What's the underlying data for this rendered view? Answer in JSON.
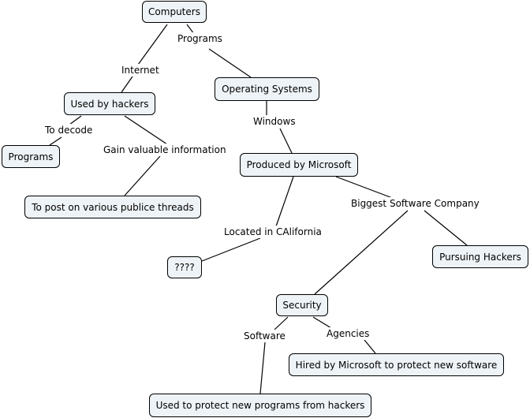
{
  "nodes": {
    "computers": "Computers",
    "operating_systems": "Operating Systems",
    "used_by_hackers": "Used by hackers",
    "programs": "Programs",
    "produced_by_microsoft": "Produced by Microsoft",
    "post_threads": "To post on various publice threads",
    "pursuing_hackers": "Pursuing Hackers",
    "unknown": "????",
    "security": "Security",
    "hired_by_microsoft": "Hired by Microsoft to protect new software",
    "protect_programs": "Used to protect new programs from hackers"
  },
  "links": {
    "programs": "Programs",
    "internet": "Internet",
    "windows": "Windows",
    "to_decode": "To decode",
    "gain_information": "Gain valuable information",
    "biggest_company": "Biggest Software Company",
    "located_in": "Located in CAlifornia",
    "software": "Software",
    "agencies": "Agencies"
  }
}
